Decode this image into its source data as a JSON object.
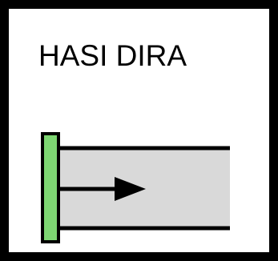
{
  "label": "HASI DIRA",
  "colors": {
    "frame": "#000000",
    "background": "#ffffff",
    "body": "#d9d9d9",
    "plate": "#7dd672",
    "stroke": "#000000"
  },
  "symbol": {
    "plate": "green-bar",
    "body": "gray-rectangle",
    "arrow": "right-arrow"
  }
}
